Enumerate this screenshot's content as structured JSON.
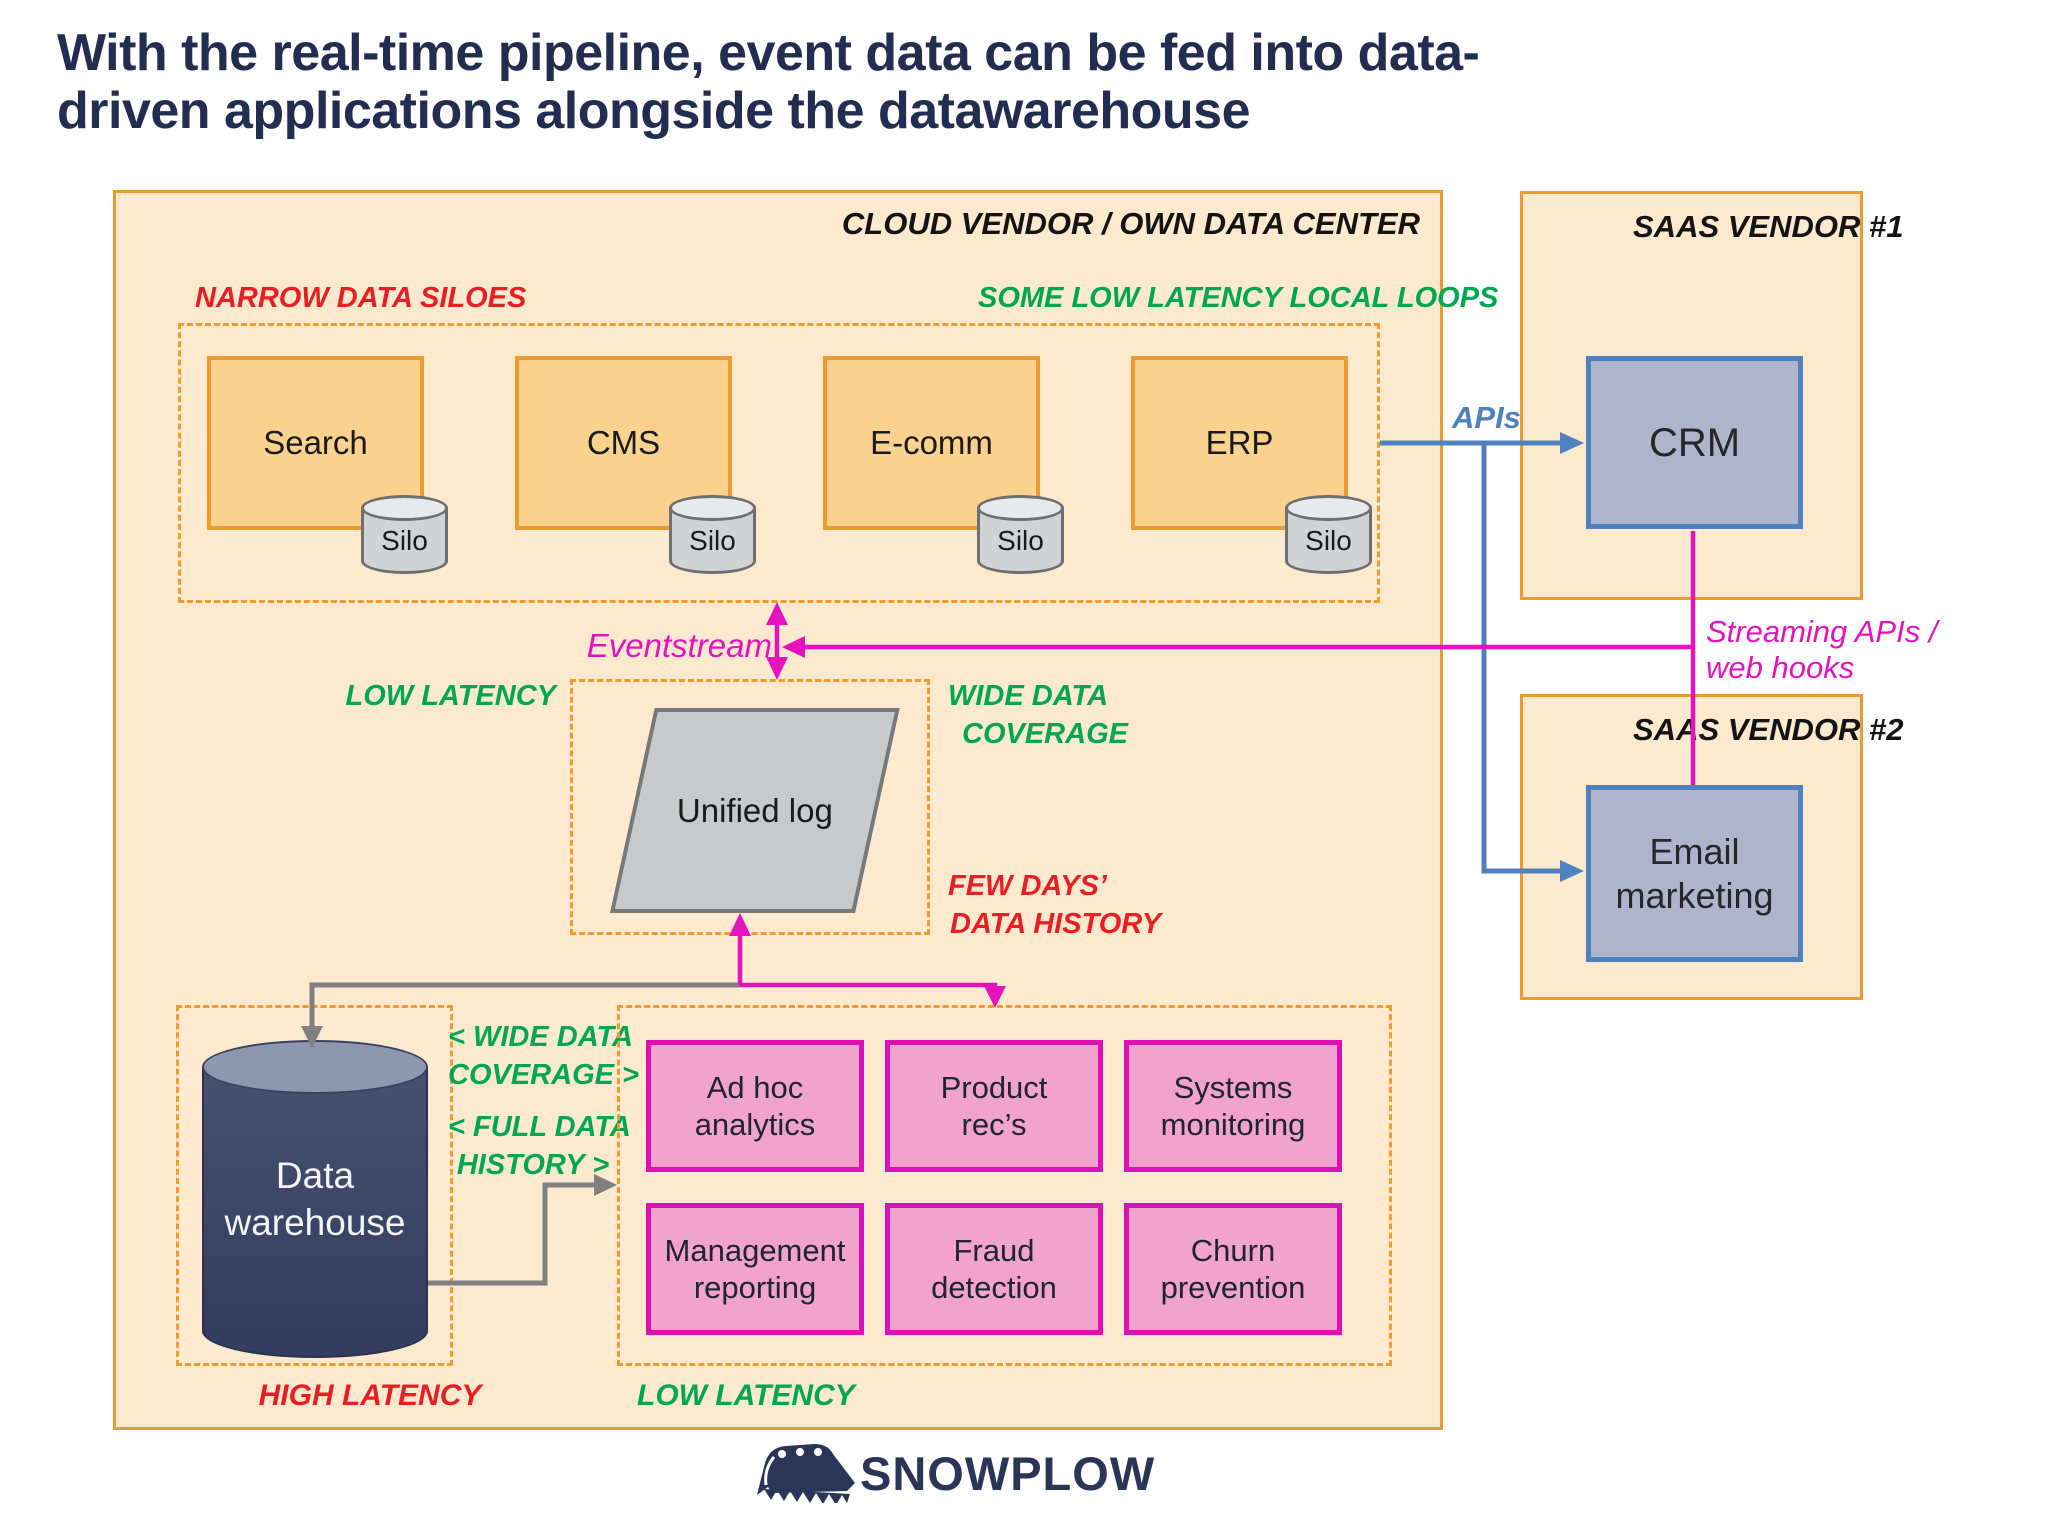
{
  "title": {
    "line1": "With the real-time pipeline, event data can be fed into data-",
    "line2": "driven applications alongside the datawarehouse"
  },
  "cloud": {
    "label": "CLOUD VENDOR / OWN DATA CENTER",
    "narrow_siloes_label": "NARROW DATA SILOES",
    "local_loops_label": "SOME LOW LATENCY LOCAL LOOPS",
    "systems": [
      {
        "label": "Search",
        "silo_label": "Silo"
      },
      {
        "label": "CMS",
        "silo_label": "Silo"
      },
      {
        "label": "E-comm",
        "silo_label": "Silo"
      },
      {
        "label": "ERP",
        "silo_label": "Silo"
      }
    ],
    "eventstream_label": "Eventstream",
    "unified_log": {
      "label": "Unified log",
      "low_latency_label": "LOW LATENCY",
      "wide_data_line1": "WIDE DATA",
      "wide_data_line2": "COVERAGE",
      "few_days_line1": "FEW DAYS’",
      "few_days_line2": "DATA HISTORY"
    },
    "warehouse": {
      "label_line1": "Data",
      "label_line2": "warehouse",
      "high_latency_label": "HIGH LATENCY",
      "wide_data_line1": "< WIDE DATA",
      "wide_data_line2": "COVERAGE >",
      "full_history_line1": "< FULL DATA",
      "full_history_line2": "HISTORY >"
    },
    "apps": {
      "low_latency_label": "LOW LATENCY",
      "items": [
        "Ad hoc analytics",
        "Product rec’s",
        "Systems monitoring",
        "Management reporting",
        "Fraud detection",
        "Churn prevention"
      ]
    }
  },
  "saas1": {
    "label": "SAAS VENDOR #1",
    "system_label": "CRM",
    "apis_label": "APIs"
  },
  "saas2": {
    "label": "SAAS VENDOR #2",
    "system_label": "Email marketing"
  },
  "streaming": {
    "line1": "Streaming APIs /",
    "line2": "web hooks"
  },
  "footer": {
    "brand": "SNOWPLOW"
  },
  "colors": {
    "magenta": "#E413BE",
    "blue": "#4E81BD",
    "green": "#00A651",
    "red": "#E81E25",
    "orange_border": "#EC9B31",
    "panel_fill": "#FCE9CE",
    "system_fill": "#FBD28D",
    "pink_fill": "#F2A3CC",
    "pink_border": "#DD10B5",
    "crm_fill": "#ADB4CB",
    "grey_line": "#808080",
    "navy": "#232C51"
  }
}
